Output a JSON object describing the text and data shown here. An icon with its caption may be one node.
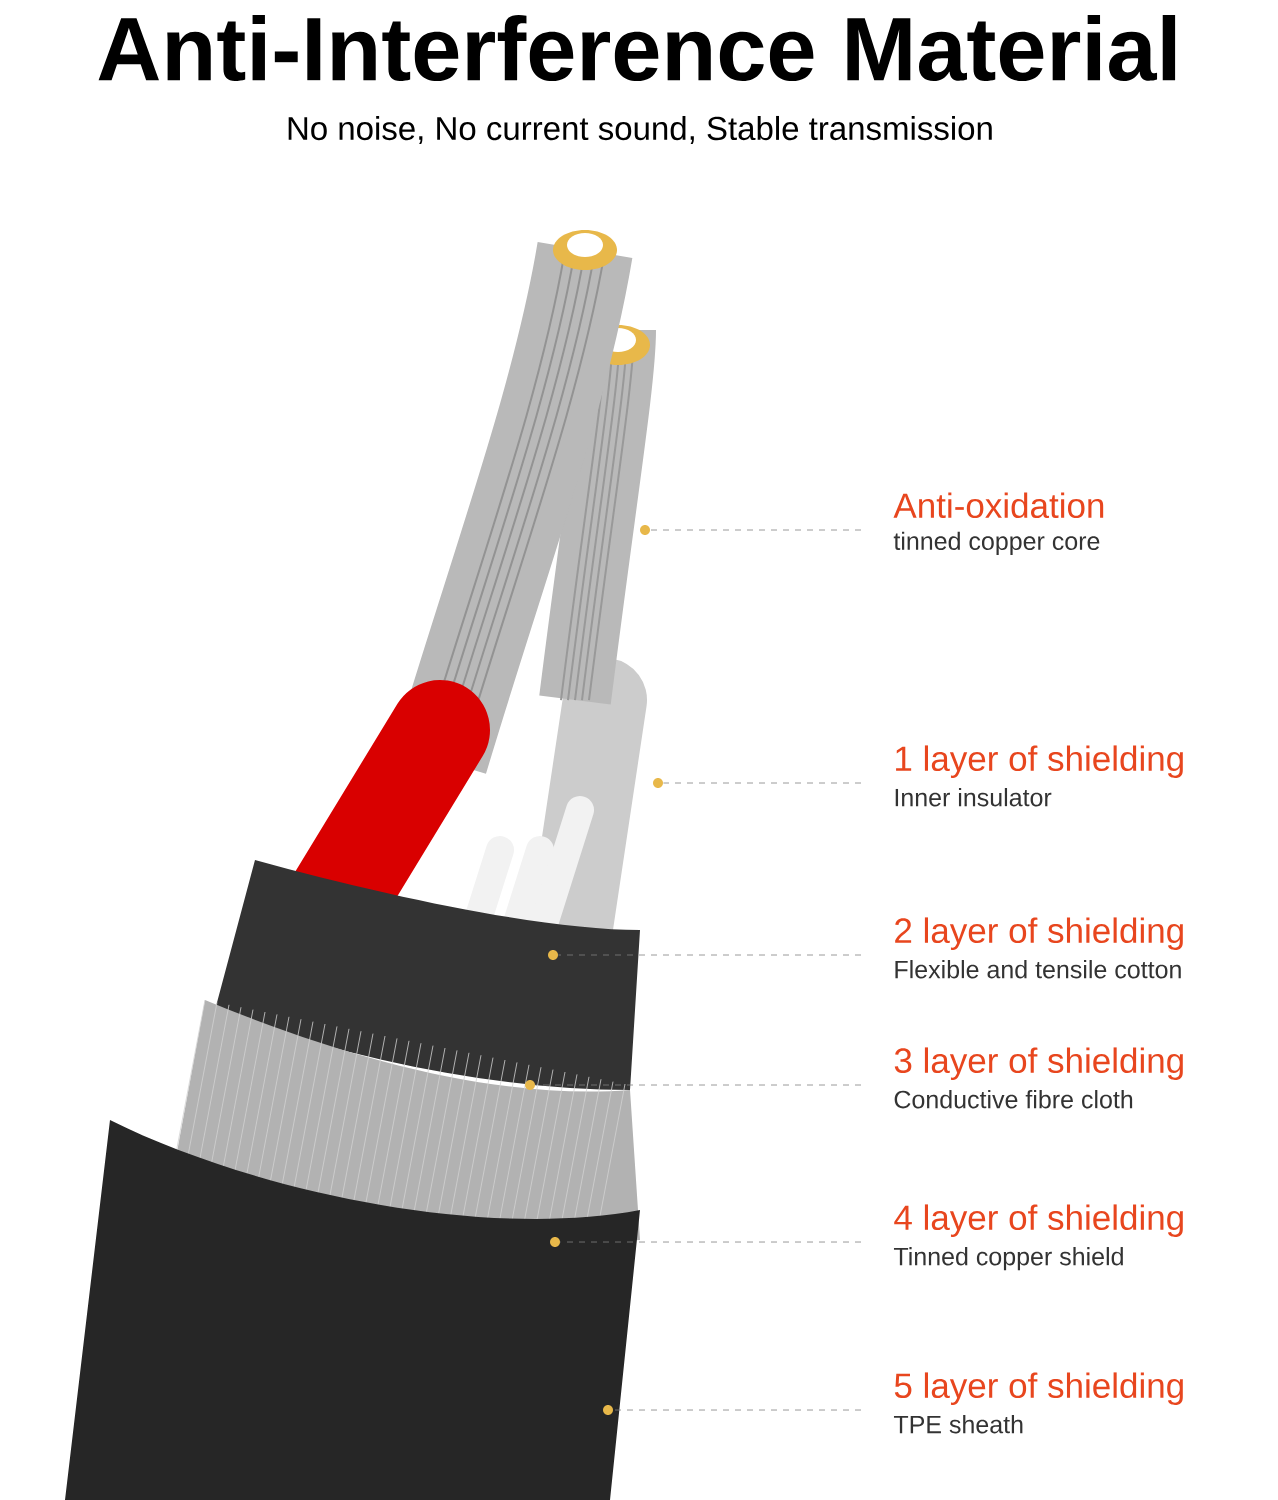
{
  "diagram": {
    "title": "Anti-Interference Material",
    "nodes": [
      {
        "text": [
          "Anti-oxidation",
          "tinned copper core"
        ]
      },
      {
        "text": [
          "1 layer of shielding",
          "Inner insulator"
        ]
      },
      {
        "text": [
          "2 layer of shielding",
          "Flexible and tensile cotton"
        ]
      },
      {
        "text": [
          "3 layer of shielding",
          "Conductive fibre cloth"
        ]
      },
      {
        "text": [
          "4 layer of shielding",
          "Tinned copper shield"
        ]
      },
      {
        "text": [
          "5 layer of shielding",
          "TPE sheath"
        ]
      },
      {
        "text": [],
        "shape": "circle"
      },
      {
        "text": [],
        "shape": "circle"
      },
      {
        "text": [],
        "shape": "circle"
      },
      {
        "text": [],
        "shape": "circle"
      },
      {
        "text": [],
        "shape": "circle"
      },
      {
        "text": [],
        "shape": "circle"
      }
    ],
    "edges": [
      {
        "from": 0,
        "to": 6,
        "arrow": "none",
        "style": "dashed"
      },
      {
        "from": 1,
        "to": 7,
        "arrow": "none",
        "style": "dashed"
      },
      {
        "from": 2,
        "to": 8,
        "arrow": "none",
        "style": "dashed"
      },
      {
        "from": 3,
        "to": 9,
        "arrow": "none",
        "style": "dashed"
      },
      {
        "from": 4,
        "to": 10,
        "arrow": "none",
        "style": "dashed"
      },
      {
        "from": 5,
        "to": 11,
        "arrow": "none",
        "style": "dashed"
      }
    ],
    "labels": [
      "No noise, No current sound, Stable transmission"
    ]
  }
}
